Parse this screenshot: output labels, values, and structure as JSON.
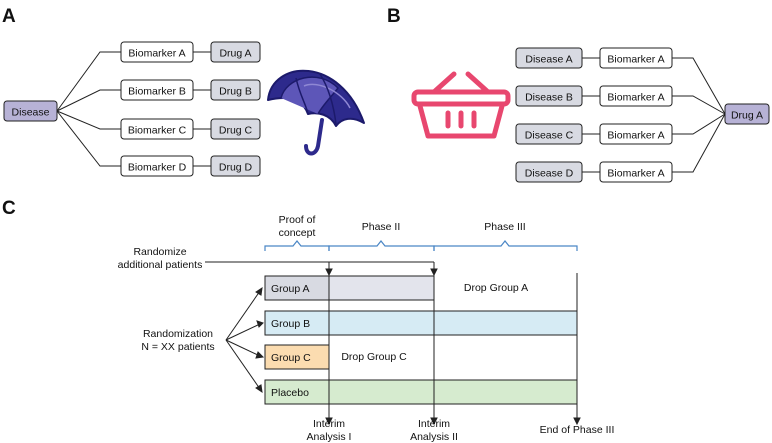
{
  "panel_a": {
    "label": "A",
    "disease": "Disease",
    "rows": [
      {
        "biomarker": "Biomarker A",
        "drug": "Drug A"
      },
      {
        "biomarker": "Biomarker B",
        "drug": "Drug B"
      },
      {
        "biomarker": "Biomarker C",
        "drug": "Drug C"
      },
      {
        "biomarker": "Biomarker D",
        "drug": "Drug D"
      }
    ],
    "icon": "umbrella-icon"
  },
  "panel_b": {
    "label": "B",
    "drug": "Drug A",
    "rows": [
      {
        "disease": "Disease A",
        "biomarker": "Biomarker A"
      },
      {
        "disease": "Disease B",
        "biomarker": "Biomarker A"
      },
      {
        "disease": "Disease C",
        "biomarker": "Biomarker A"
      },
      {
        "disease": "Disease D",
        "biomarker": "Biomarker A"
      }
    ],
    "icon": "basket-icon"
  },
  "panel_c": {
    "label": "C",
    "phases": {
      "proof_of_concept_line1": "Proof of",
      "proof_of_concept_line2": "concept",
      "phase2": "Phase II",
      "phase3": "Phase III"
    },
    "randomize_line1": "Randomize",
    "randomize_line2": "additional patients",
    "randomization_line1": "Randomization",
    "randomization_line2": "N = XX patients",
    "groups": {
      "group_a": "Group A",
      "group_b": "Group B",
      "group_c": "Group C",
      "placebo": "Placebo"
    },
    "drop_group_a": "Drop Group A",
    "drop_group_c": "Drop Group C",
    "milestones": {
      "interim1_line1": "Interim",
      "interim1_line2": "Analysis I",
      "interim2_line1": "Interim",
      "interim2_line2": "Analysis II",
      "end_phase3": "End of Phase III"
    }
  },
  "colors": {
    "disease_purple": "#b7b2d6",
    "gray_box": "#d8dae2",
    "group_a_bar": "#e3e4ec",
    "group_b_bar": "#d6ebf4",
    "group_c_box": "#fbdcb0",
    "placebo_bar": "#d6ebcf",
    "umbrella": "#2d2a8c",
    "basket": "#e8476f",
    "bracket_blue": "#4a86c5"
  }
}
